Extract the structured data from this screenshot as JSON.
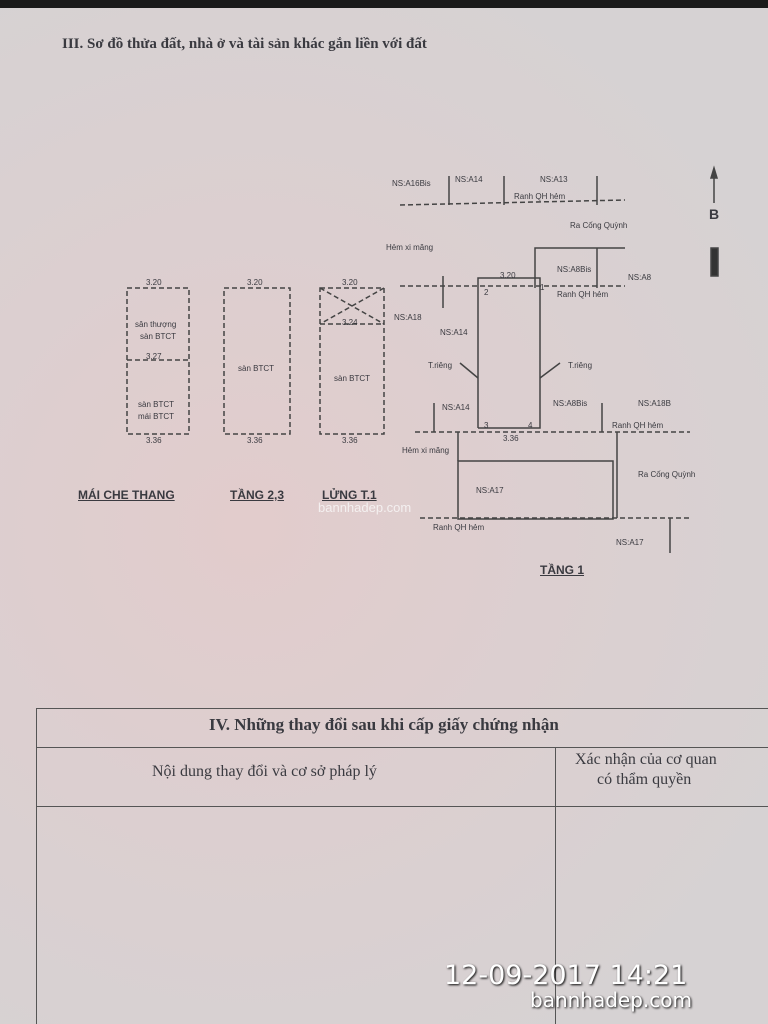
{
  "section3": {
    "title": "III. Sơ đồ thửa đất, nhà ở và tài sản khác gắn liền với đất"
  },
  "plans": {
    "mai": {
      "label": "MÁI CHE THANG",
      "top": "3.20",
      "mid": "3.27",
      "bottom": "3.36",
      "text1": "sân thượng",
      "text2": "sàn BTCT",
      "text3": "sàn BTCT",
      "text4": "mái BTCT"
    },
    "tang23": {
      "label": "TẦNG 2,3",
      "top": "3.20",
      "bottom": "3.36",
      "text": "sàn BTCT"
    },
    "lung": {
      "label": "LỬNG T.1",
      "top": "3.20",
      "mid": "3.24",
      "bottom": "3.36",
      "text": "sàn BTCT"
    },
    "tang1": {
      "label": "TẦNG 1",
      "labels": [
        "NS:A16Bis",
        "NS:A14",
        "NS:A13",
        "Ranh QH hẻm",
        "Ra Cống Quỳnh",
        "Hẻm xi măng",
        "NS:A8Bis",
        "NS:A8",
        "Ranh QH hẻm",
        "NS:A18",
        "NS:A14",
        "T.riêng",
        "T.riêng",
        "NS:A14",
        "NS:A8Bis",
        "NS:A18B",
        "Ranh QH hẻm",
        "Hẻm xi măng",
        "Ra Cống Quỳnh",
        "NS:A17",
        "Ranh QH hẻm",
        "NS:A17"
      ],
      "width_top": "3.20",
      "width_bottom": "3.36",
      "points": [
        "1",
        "2",
        "3",
        "4"
      ]
    },
    "north": "B"
  },
  "watermark": "bannhadep.com",
  "section4": {
    "title": "IV. Những thay đổi sau khi cấp giấy chứng nhận",
    "col1": "Nội dung thay đổi và cơ sở pháp lý",
    "col2a": "Xác nhận của cơ quan",
    "col2b": "có thẩm quyền"
  },
  "stamp": {
    "datetime": "12-09-2017 14:21",
    "site": "bannhadep.com"
  }
}
